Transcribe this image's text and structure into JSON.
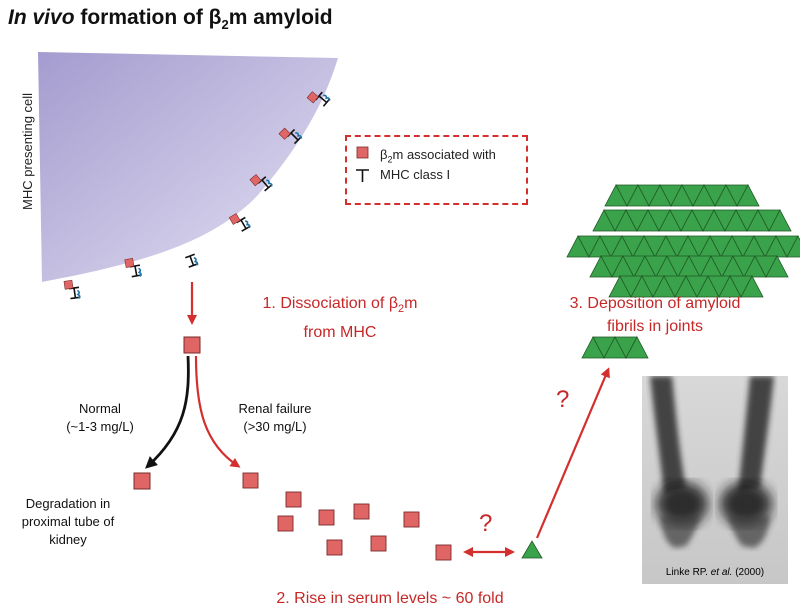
{
  "title": {
    "italic": "In vivo",
    "rest_before": " formation of β",
    "sub": "2",
    "rest_after": "m amyloid"
  },
  "cell_label": "MHC presenting cell",
  "legend": {
    "item1_pre": "β",
    "item1_sub": "2",
    "item1_post": "m associated with",
    "item2": "MHC class I"
  },
  "steps": {
    "step1_line1_pre": "1. Dissociation of β",
    "step1_line1_sub": "2",
    "step1_line1_post": "m",
    "step1_line2": "from MHC",
    "step2": "2. Rise in serum levels ~ 60 fold",
    "step3_line1": "3. Deposition of amyloid",
    "step3_line2": "fibrils in joints"
  },
  "branches": {
    "normal_line1": "Normal",
    "normal_line2": "(~1-3 mg/L)",
    "renal_line1": "Renal failure",
    "renal_line2": "(>30 mg/L)"
  },
  "degradation": {
    "line1": "Degradation in",
    "line2": "proximal tube of",
    "line3": "kidney"
  },
  "question_mark": "?",
  "citation": {
    "pre": "Linke RP. ",
    "italic": "et al.",
    "post": " (2000)"
  },
  "colors": {
    "red_text": "#c62828",
    "b2m_square": "#e06666",
    "fibril_triangle": "#3aa24a",
    "cell_fill": "#b8b2de",
    "mhc_blue": "#1a73a8"
  }
}
